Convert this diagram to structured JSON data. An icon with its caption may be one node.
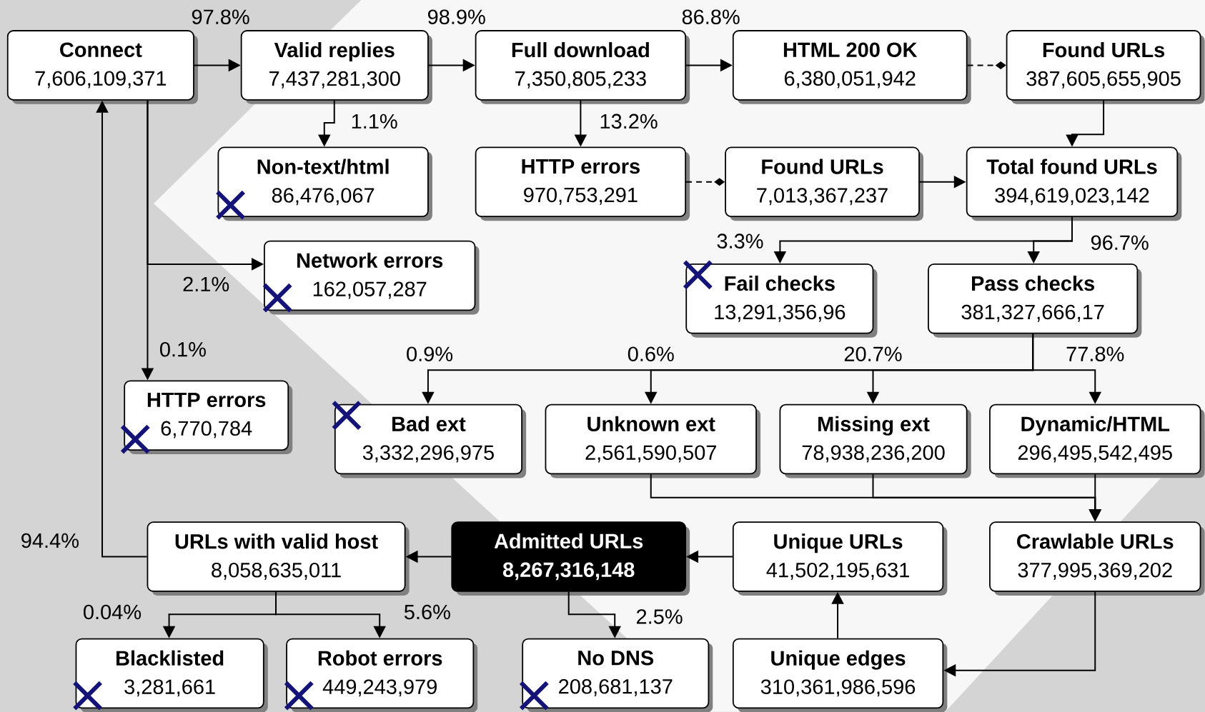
{
  "diagram": {
    "nodes": [
      {
        "text": [
          "Connect",
          "7,606,109,371"
        ]
      },
      {
        "text": [
          "Valid replies",
          "7,437,281,300"
        ]
      },
      {
        "text": [
          "Full download",
          "7,350,805,233"
        ]
      },
      {
        "text": [
          "HTML 200 OK",
          "6,380,051,942"
        ]
      },
      {
        "text": [
          "Found URLs",
          "387,605,655,905"
        ]
      },
      {
        "text": [
          "Non-text/html",
          "86,476,067"
        ]
      },
      {
        "text": [
          "HTTP errors",
          "970,753,291"
        ]
      },
      {
        "text": [
          "Found URLs",
          "7,013,367,237"
        ]
      },
      {
        "text": [
          "Total found URLs",
          "394,619,023,142"
        ]
      },
      {
        "text": [
          "Network errors",
          "162,057,287"
        ]
      },
      {
        "text": [
          "Fail checks",
          "13,291,356,96"
        ]
      },
      {
        "text": [
          "Pass checks",
          "381,327,666,17"
        ]
      },
      {
        "text": [
          "HTTP errors",
          "6,770,784"
        ]
      },
      {
        "text": [
          "Bad ext",
          "3,332,296,975"
        ]
      },
      {
        "text": [
          "Unknown ext",
          "2,561,590,507"
        ]
      },
      {
        "text": [
          "Missing ext",
          "78,938,236,200"
        ]
      },
      {
        "text": [
          "Dynamic/HTML",
          "296,495,542,495"
        ]
      },
      {
        "text": [
          "URLs with valid host",
          "8,058,635,011"
        ]
      },
      {
        "text": [
          "Admitted URLs",
          "8,267,316,148"
        ]
      },
      {
        "text": [
          "Unique URLs",
          "41,502,195,631"
        ]
      },
      {
        "text": [
          "Crawlable URLs",
          "377,995,369,202"
        ]
      },
      {
        "text": [
          "Blacklisted",
          "3,281,661"
        ]
      },
      {
        "text": [
          "Robot errors",
          "449,243,979"
        ]
      },
      {
        "text": [
          "No DNS",
          "208,681,137"
        ]
      },
      {
        "text": [
          "Unique edges",
          "310,361,986,596"
        ]
      }
    ],
    "edges": [
      {
        "from": 0,
        "to": 1,
        "arrow": "to",
        "label": "97.8%"
      },
      {
        "from": 1,
        "to": 2,
        "arrow": "to",
        "label": "98.9%"
      },
      {
        "from": 2,
        "to": 3,
        "arrow": "to",
        "label": "86.8%"
      },
      {
        "from": 3,
        "to": 4,
        "arrow": "other",
        "style": "dashed"
      },
      {
        "from": 1,
        "to": 5,
        "arrow": "to",
        "label": "1.1%"
      },
      {
        "from": 2,
        "to": 6,
        "arrow": "to",
        "label": "13.2%"
      },
      {
        "from": 6,
        "to": 7,
        "arrow": "other",
        "style": "dashed"
      },
      {
        "from": 7,
        "to": 8,
        "arrow": "to"
      },
      {
        "from": 4,
        "to": 8,
        "arrow": "to"
      },
      {
        "from": 0,
        "to": 9,
        "arrow": "to",
        "label": "2.1%"
      },
      {
        "from": 0,
        "to": 12,
        "arrow": "to",
        "label": "0.1%"
      },
      {
        "from": 8,
        "to": 10,
        "arrow": "to",
        "label": "3.3%"
      },
      {
        "from": 8,
        "to": 11,
        "arrow": "to",
        "label": "96.7%"
      },
      {
        "from": 11,
        "to": 13,
        "arrow": "to",
        "label": "0.9%"
      },
      {
        "from": 11,
        "to": 14,
        "arrow": "to",
        "label": "0.6%"
      },
      {
        "from": 11,
        "to": 15,
        "arrow": "to",
        "label": "20.7%"
      },
      {
        "from": 11,
        "to": 16,
        "arrow": "to",
        "label": "77.8%"
      },
      {
        "from": 14,
        "to": 20,
        "arrow": "to"
      },
      {
        "from": 15,
        "to": 20,
        "arrow": "to"
      },
      {
        "from": 16,
        "to": 20,
        "arrow": "to"
      },
      {
        "from": 20,
        "to": 24,
        "arrow": "to"
      },
      {
        "from": 24,
        "to": 19,
        "arrow": "to"
      },
      {
        "from": 19,
        "to": 18,
        "arrow": "to"
      },
      {
        "from": 18,
        "to": 17,
        "arrow": "to"
      },
      {
        "from": 17,
        "to": 0,
        "arrow": "to",
        "label": "94.4%"
      },
      {
        "from": 17,
        "to": 21,
        "arrow": "to",
        "label": "0.04%"
      },
      {
        "from": 17,
        "to": 22,
        "arrow": "to",
        "label": "5.6%"
      },
      {
        "from": 18,
        "to": 23,
        "arrow": "to",
        "label": "2.5%"
      }
    ]
  }
}
